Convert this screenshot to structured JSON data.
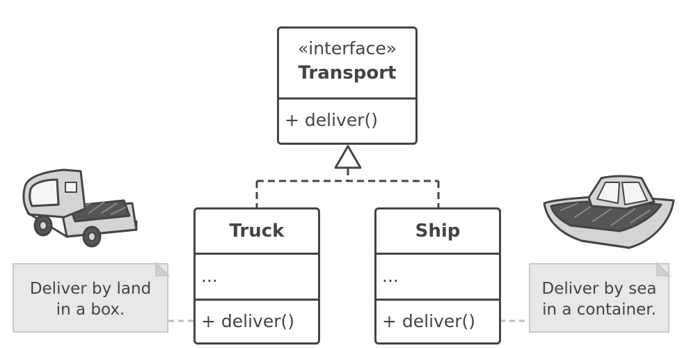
{
  "interface_box": {
    "stereotype": "«interface»",
    "name": "Transport",
    "method": "+ deliver()"
  },
  "truck_box": {
    "name": "Truck",
    "fields": "...",
    "method": "+ deliver()"
  },
  "ship_box": {
    "name": "Ship",
    "fields": "...",
    "method": "+ deliver()"
  },
  "notes": {
    "truck_line1": "Deliver by land",
    "truck_line2": "in a box.",
    "ship_line1": "Deliver by sea",
    "ship_line2": "in a container."
  },
  "icons": {
    "truck": "truck-icon",
    "ship": "ship-icon"
  },
  "colors": {
    "outline": "#444444",
    "note_fill": "#e8e8e8",
    "vehicle_fill": "#d4d4d4",
    "cargo_fill": "#555555"
  }
}
